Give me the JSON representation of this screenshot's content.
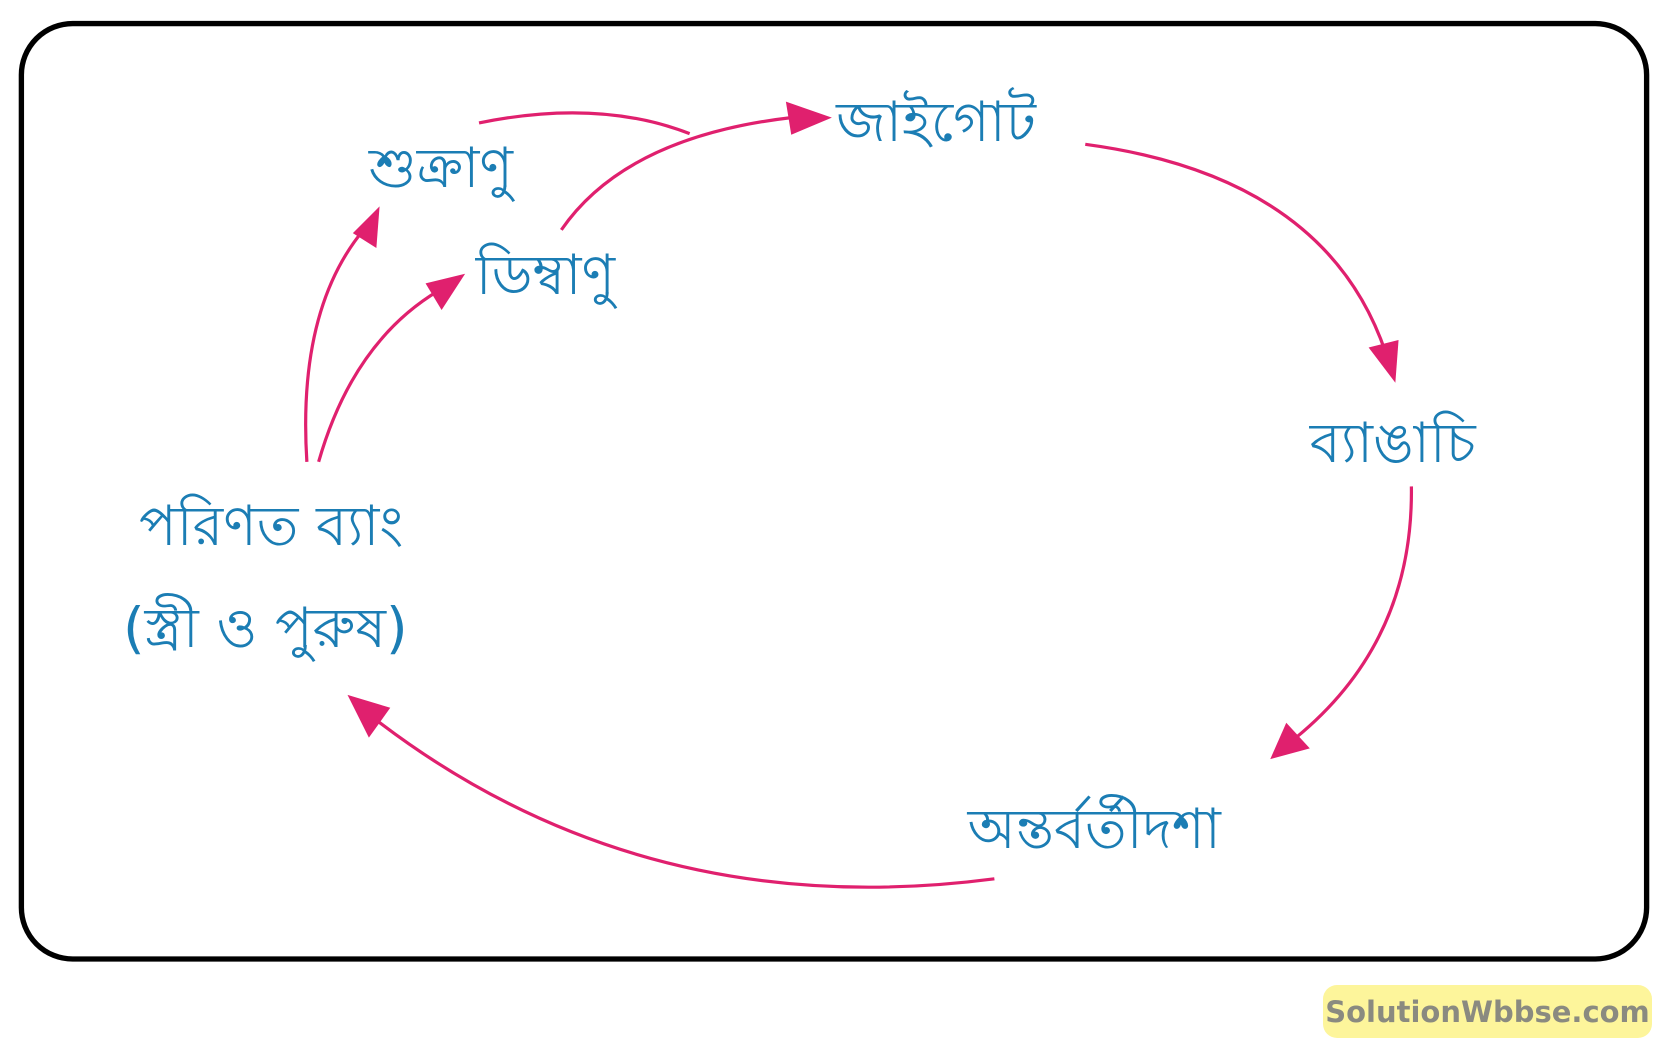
{
  "colors": {
    "arrow": "#e0206e",
    "text": "#1b7db4",
    "border": "#000000",
    "watermark_bg": "#fdf59b"
  },
  "labels": {
    "sperm": "শুক্রাণু",
    "egg": "ডিম্বাণু",
    "zygote": "জাইগোট",
    "tadpole": "ব্যাঙাচি",
    "metamorphosis": "অন্তর্বর্তীদশা",
    "adult_line1": "পরিণত ব্যাং",
    "adult_line2": "(স্ত্রী ও পুরুষ)"
  },
  "watermark": "SolutionWbbse.com"
}
